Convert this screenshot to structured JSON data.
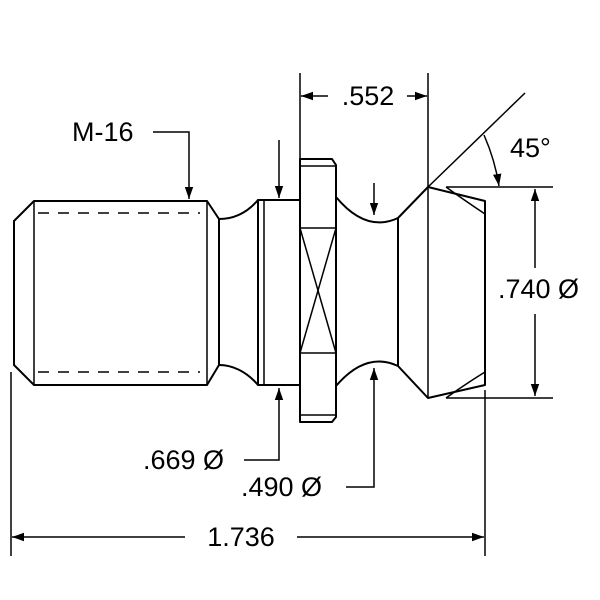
{
  "drawing": {
    "thread_label": "M-16",
    "length_label": "1.736",
    "flange_width_label": ".552",
    "angle_label": "45°",
    "head_dia_label": ".740 Ø",
    "shank_dia_label": ".669 Ø",
    "neck_dia_label": ".490 Ø"
  },
  "colors": {
    "line": "#000000",
    "background": "#ffffff"
  }
}
